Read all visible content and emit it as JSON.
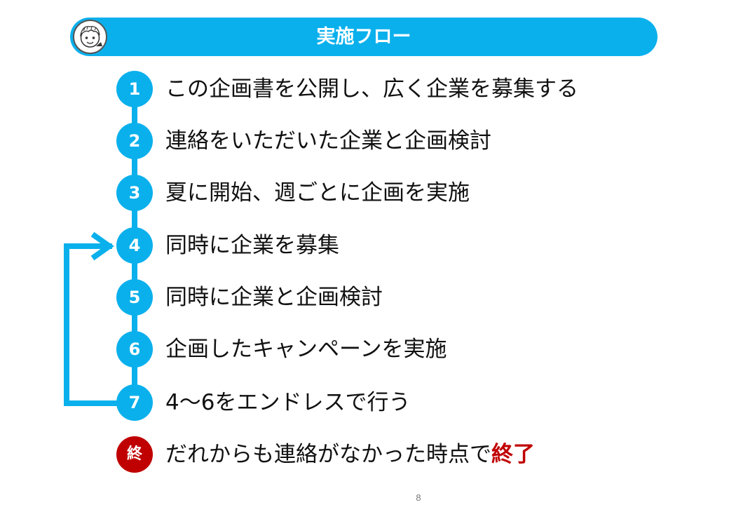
{
  "header": {
    "title": "実施フロー"
  },
  "steps": [
    {
      "badge": "1",
      "text": "この企画書を公開し、広く企業を募集する"
    },
    {
      "badge": "2",
      "text": "連絡をいただいた企業と企画検討"
    },
    {
      "badge": "3",
      "text": "夏に開始、週ごとに企画を実施"
    },
    {
      "badge": "4",
      "text": "同時に企業を募集"
    },
    {
      "badge": "5",
      "text": "同時に企業と企画検討"
    },
    {
      "badge": "6",
      "text": "企画したキャンペーンを実施"
    },
    {
      "badge": "7",
      "text": "4～6をエンドレスで行う"
    }
  ],
  "final_step": {
    "badge": "終",
    "text": "だれからも連絡がなかった時点で",
    "accent": "終了"
  },
  "page_number": "8",
  "colors": {
    "accent_blue": "#0ab0ec",
    "end_red": "#c00000"
  }
}
